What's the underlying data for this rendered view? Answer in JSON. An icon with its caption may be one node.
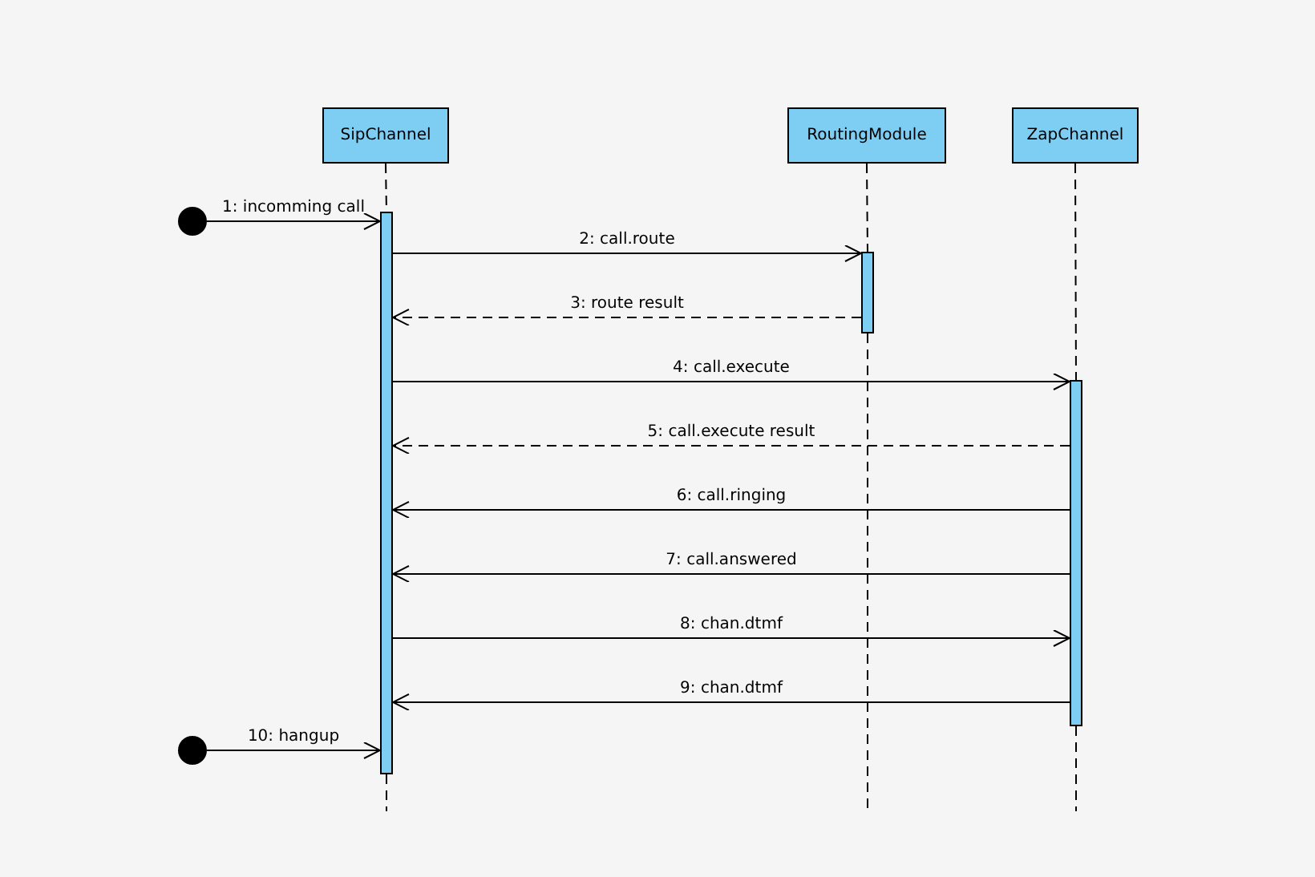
{
  "diagram": {
    "nodes": [
      {
        "text": [
          "SipChannel"
        ]
      },
      {
        "text": [
          "RoutingModule"
        ]
      },
      {
        "text": [
          "ZapChannel"
        ]
      },
      {
        "text": [],
        "shape": "bar"
      },
      {
        "text": [],
        "shape": "bar"
      },
      {
        "text": [],
        "shape": "bar"
      },
      {
        "text": [],
        "shape": "circle"
      },
      {
        "text": [],
        "shape": "circle"
      }
    ],
    "edges": [
      {
        "from": 0,
        "to": 3,
        "arrow": "none",
        "style": "dashed"
      },
      {
        "from": 1,
        "to": 4,
        "arrow": "none",
        "style": "dashed"
      },
      {
        "from": 2,
        "to": 5,
        "arrow": "none",
        "style": "dashed"
      },
      {
        "from": 6,
        "to": 3,
        "arrow": "to",
        "label": "1: incomming call"
      },
      {
        "from": 3,
        "to": 4,
        "arrow": "to",
        "label": "2: call.route"
      },
      {
        "from": 4,
        "to": 3,
        "arrow": "to",
        "label": "3: route result",
        "style": "dashed"
      },
      {
        "from": 3,
        "to": 5,
        "arrow": "to",
        "label": "4: call.execute"
      },
      {
        "from": 5,
        "to": 3,
        "arrow": "to",
        "label": "5: call.execute result",
        "style": "dashed"
      },
      {
        "from": 5,
        "to": 3,
        "arrow": "to",
        "label": "6: call.ringing"
      },
      {
        "from": 5,
        "to": 3,
        "arrow": "to",
        "label": "7: call.answered"
      },
      {
        "from": 3,
        "to": 5,
        "arrow": "to",
        "label": "8: chan.dtmf"
      },
      {
        "from": 5,
        "to": 3,
        "arrow": "to",
        "label": "9: chan.dtmf"
      },
      {
        "from": 7,
        "to": 3,
        "arrow": "to",
        "label": "10: hangup"
      }
    ]
  }
}
